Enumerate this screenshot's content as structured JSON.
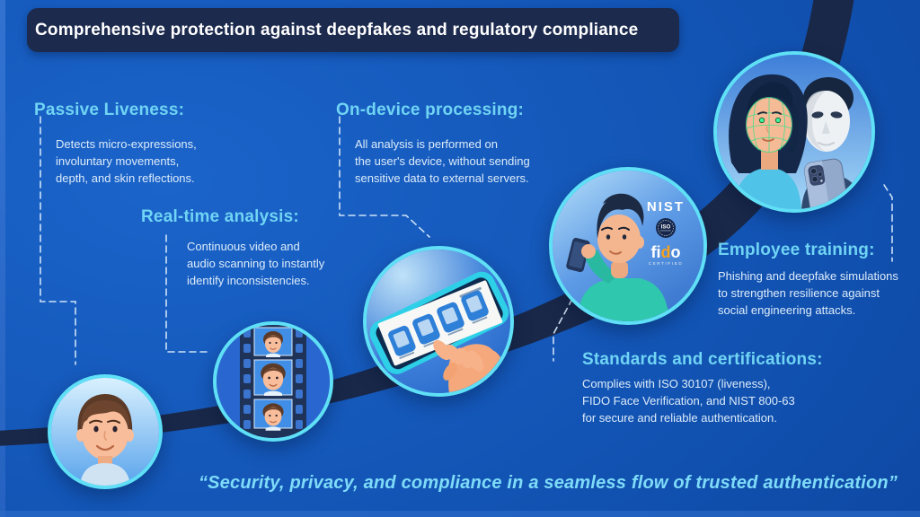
{
  "banner": {
    "title": "Comprehensive protection against deepfakes and regulatory compliance"
  },
  "sections": [
    {
      "id": "passive-liveness",
      "heading": "Passive Liveness:",
      "body": "Detects micro-expressions,\ninvoluntary movements,\ndepth, and skin reflections."
    },
    {
      "id": "real-time-analysis",
      "heading": "Real-time analysis:",
      "body": "Continuous video and\naudio scanning to instantly\nidentify inconsistencies."
    },
    {
      "id": "on-device-processing",
      "heading": "On-device processing:",
      "body": "All analysis is performed on\nthe user's device, without sending\nsensitive data to external servers."
    },
    {
      "id": "employee-training",
      "heading": "Employee training:",
      "body": "Phishing and deepfake simulations\nto strengthen resilience against\nsocial engineering attacks."
    },
    {
      "id": "standards-certifications",
      "heading": "Standards and certifications:",
      "body": "Complies with ISO 30107 (liveness),\nFIDO Face Verification, and NIST 800-63\nfor secure and reliable authentication."
    }
  ],
  "quote": {
    "text": "“Security, privacy, and compliance in a seamless flow of trusted authentication”"
  },
  "badges": {
    "nist": "NIST",
    "iso": "ISO",
    "fido": [
      "fi",
      "d",
      "o"
    ],
    "fido_certified": "CERTIFIED"
  },
  "icons": {
    "circle1": "male-avatar-face",
    "circle2": "video-film-strip-frames",
    "circle3": "hand-holding-phone-documents",
    "circle4": "user-with-phone-certification-logos",
    "circle5": "face-scan-mesh-and-deepfake-mask"
  },
  "colors": {
    "background_top": "#1b64ca",
    "background_bottom": "#0b3f97",
    "banner_bg": "#1c2a4e",
    "growth_band": "#192849",
    "heading": "#70d4f4",
    "body_text": "#ddecfa",
    "quote": "#7fdcf8",
    "circle_border": "#5fe0f6",
    "fido_orange": "#f6a21d",
    "mesh_green": "#3fe08c"
  }
}
